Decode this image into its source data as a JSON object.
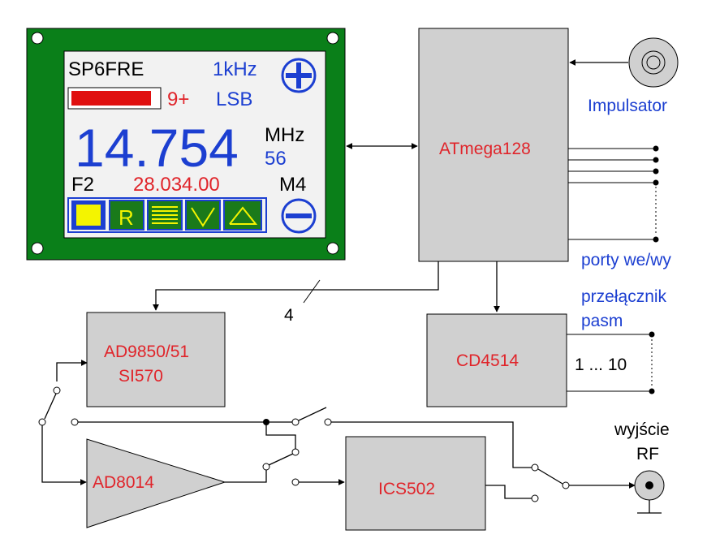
{
  "colors": {
    "pcb_green": "#0a7f19",
    "block_fill": "#d0d0d0",
    "label_red": "#e0242a",
    "label_blue": "#1c3fd1",
    "screen_fill": "#f2f2f2",
    "button_fill": "#1a7a1a",
    "button_border": "#1c3fd1",
    "signal_bar": "#e01010",
    "active_button": "#f4f400",
    "icon_yellow": "#f4f400"
  },
  "lcd": {
    "callsign": "SP6FRE",
    "step": "1kHz",
    "signal_level": "9+",
    "mode": "LSB",
    "frequency": "14.754",
    "unit": "MHz",
    "channel": "56",
    "func_key": "F2",
    "second_freq": "28.034.00",
    "memory": "M4",
    "plus_icon": "plus-circle-icon",
    "minus_icon": "minus-circle-icon",
    "buttons": [
      {
        "icon": "square-icon",
        "label": ""
      },
      {
        "icon": "r-letter-icon",
        "label": "R"
      },
      {
        "icon": "lines-icon",
        "label": ""
      },
      {
        "icon": "chevron-down-icon",
        "label": ""
      },
      {
        "icon": "triangle-up-icon",
        "label": ""
      }
    ]
  },
  "blocks": {
    "mcu": "ATmega128",
    "dds_line1": "AD9850/51",
    "dds_line2": "SI570",
    "band_switch": "CD4514",
    "amp": "AD8014",
    "divider": "ICS502"
  },
  "labels": {
    "encoder": "Impulsator",
    "io_ports": "porty we/wy",
    "band_switch_line1": "przełącznik",
    "band_switch_line2": "pasm",
    "bus_width": "4",
    "band_range": "1 ... 10",
    "rf_out_line1": "wyjście",
    "rf_out_line2": "RF"
  }
}
